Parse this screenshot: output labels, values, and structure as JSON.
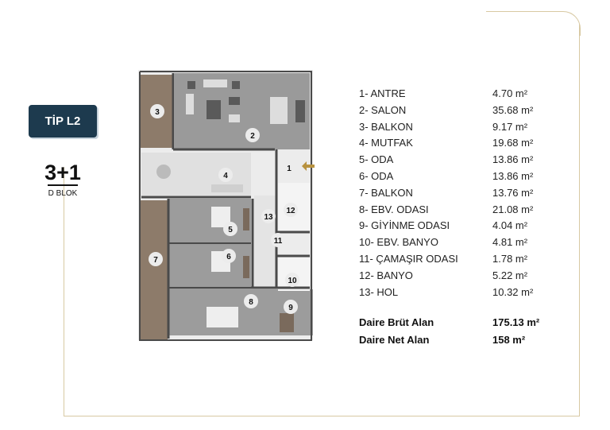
{
  "badge": {
    "label": "TİP L2"
  },
  "rooms_count": "3+1",
  "block": "D BLOK",
  "legend": [
    {
      "name": "1- ANTRE",
      "area": "4.70 m²"
    },
    {
      "name": "2- SALON",
      "area": "35.68 m²"
    },
    {
      "name": "3- BALKON",
      "area": "9.17 m²"
    },
    {
      "name": "4- MUTFAK",
      "area": "19.68 m²"
    },
    {
      "name": "5- ODA",
      "area": "13.86 m²"
    },
    {
      "name": "6- ODA",
      "area": "13.86 m²"
    },
    {
      "name": "7- BALKON",
      "area": "13.76 m²"
    },
    {
      "name": "8- EBV. ODASI",
      "area": "21.08 m²"
    },
    {
      "name": "9- GİYİNME ODASI",
      "area": "4.04 m²"
    },
    {
      "name": "10- EBV. BANYO",
      "area": "4.81 m²"
    },
    {
      "name": "11- ÇAMAŞIR ODASI",
      "area": "1.78 m²"
    },
    {
      "name": "12- BANYO",
      "area": "5.22 m²"
    },
    {
      "name": "13- HOL",
      "area": "10.32 m²"
    }
  ],
  "totals": [
    {
      "name": "Daire Brüt Alan",
      "area": "175.13 m²"
    },
    {
      "name": "Daire Net Alan",
      "area": "158 m²"
    }
  ],
  "plan_labels": [
    "1",
    "2",
    "3",
    "4",
    "5",
    "6",
    "7",
    "8",
    "9",
    "10",
    "11",
    "12",
    "13"
  ],
  "colors": {
    "accent": "#1d3a4e",
    "frame": "#d8c9a3",
    "balcony": "#8d7b6a",
    "wall": "#4a4a4a",
    "floor": "#ececec",
    "arrow": "#b8923f"
  }
}
